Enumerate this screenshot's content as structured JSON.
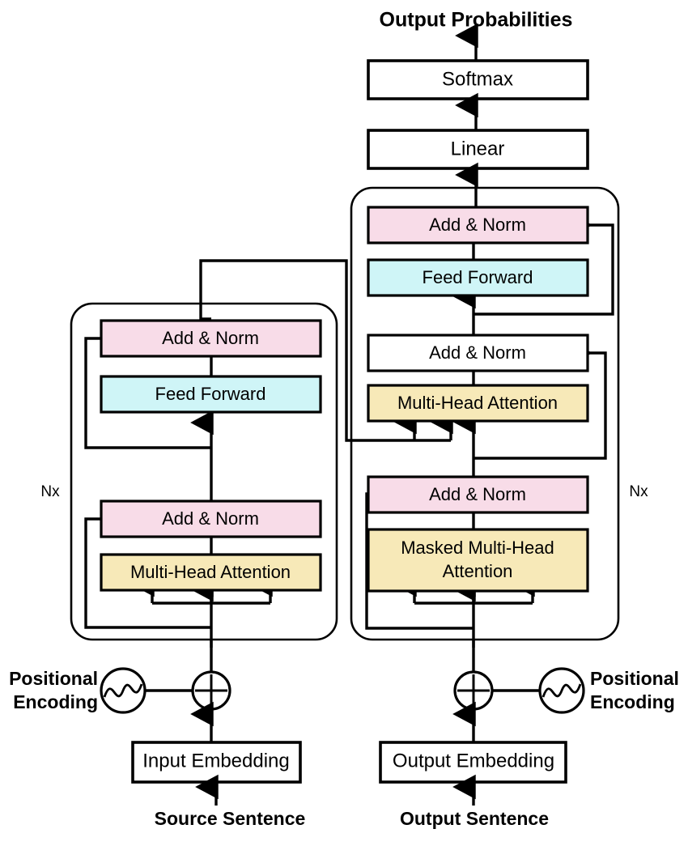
{
  "figure": {
    "title": "Transformer architecture (encoder-decoder)",
    "background": "#ffffff"
  },
  "colors": {
    "add_norm_pink": "#F8DCE8",
    "feed_forward_cyan": "#CFF5F7",
    "attention_yellow": "#F7E9B8",
    "plain_white": "#FFFFFF",
    "stroke_black": "#000000"
  },
  "top": {
    "output_probabilities": "Output Probabilities",
    "softmax": "Softmax",
    "linear": "Linear"
  },
  "encoder": {
    "repeat_label": "Nx",
    "blocks": [
      {
        "label": "Add & Norm",
        "fill": "#F8DCE8"
      },
      {
        "label": "Feed Forward",
        "fill": "#CFF5F7"
      },
      {
        "label": "Add & Norm",
        "fill": "#F8DCE8"
      },
      {
        "label": "Multi-Head Attention",
        "fill": "#F7E9B8"
      }
    ],
    "embedding": "Input Embedding",
    "positional_encoding": {
      "line1": "Positional",
      "line2": "Encoding"
    },
    "input_caption": "Source Sentence",
    "add_symbol": "+"
  },
  "decoder": {
    "repeat_label": "Nx",
    "blocks": [
      {
        "label": "Add & Norm",
        "fill": "#F8DCE8"
      },
      {
        "label": "Feed Forward",
        "fill": "#CFF5F7"
      },
      {
        "label": "Add & Norm",
        "fill": "#FFFFFF"
      },
      {
        "label": "Multi-Head Attention",
        "fill": "#F7E9B8"
      },
      {
        "label": "Add & Norm",
        "fill": "#F8DCE8"
      },
      {
        "label_line1": "Masked Multi-Head",
        "label_line2": "Attention",
        "fill": "#F7E9B8"
      }
    ],
    "embedding": "Output Embedding",
    "positional_encoding": {
      "line1": "Positional",
      "line2": "Encoding"
    },
    "input_caption": "Output Sentence",
    "add_symbol": "+"
  }
}
